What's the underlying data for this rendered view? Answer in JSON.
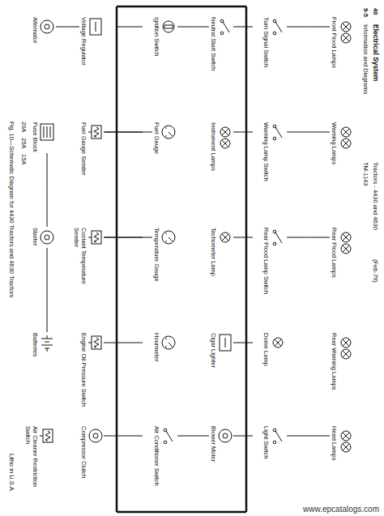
{
  "diagram": {
    "title": "Electrical System",
    "caption": "Fig. 10—Schematic Diagram for 4430 Tractors and 4630 Tractors",
    "nodes": [
      {
        "text": [
          "Front Flood Lamps"
        ]
      },
      {
        "text": [
          "Warning Lamps"
        ]
      },
      {
        "text": [
          "Rear Flood Lamps"
        ]
      },
      {
        "text": [
          "Rear Warning Lamps"
        ]
      },
      {
        "text": [
          "Head Lamps"
        ]
      },
      {
        "text": [
          "Turn Signal Switch"
        ]
      },
      {
        "text": [
          "Warning Lamp Switch"
        ]
      },
      {
        "text": [
          "Rear Flood Lamp Switch"
        ]
      },
      {
        "text": [
          "Dome Lamp"
        ]
      },
      {
        "text": [
          "Light Switch"
        ]
      },
      {
        "text": [
          "Neutral Start Switch"
        ]
      },
      {
        "text": [
          "Instrument Lamps"
        ]
      },
      {
        "text": [
          "Tachometer Lamp"
        ]
      },
      {
        "text": [
          "Cigar Lighter"
        ]
      },
      {
        "text": [
          "Blower Motor"
        ]
      },
      {
        "text": [
          "Ignition Switch"
        ]
      },
      {
        "text": [
          "Fuel Gauge"
        ]
      },
      {
        "text": [
          "Temperature Gauge"
        ]
      },
      {
        "text": [
          "Hourmeter"
        ]
      },
      {
        "text": [
          "Air Conditioner Switch"
        ]
      },
      {
        "text": [
          "Voltage Regulator"
        ]
      },
      {
        "text": [
          "Fuel Gauge Sender"
        ]
      },
      {
        "text": [
          "Coolant Temperature Sender"
        ]
      },
      {
        "text": [
          "Engine Oil Pressure Switch"
        ]
      },
      {
        "text": [
          "Compressor Clutch"
        ]
      },
      {
        "text": [
          "Alternator"
        ]
      },
      {
        "text": [
          "Fuse Block"
        ]
      },
      {
        "text": [
          "Starter"
        ]
      },
      {
        "text": [
          "Batteries"
        ]
      },
      {
        "text": [
          "Air Cleaner Restriction Switch"
        ]
      }
    ],
    "edges": [
      {
        "from": 0,
        "to": 5,
        "arrow": "none"
      },
      {
        "from": 1,
        "to": 6,
        "arrow": "none"
      },
      {
        "from": 2,
        "to": 7,
        "arrow": "none"
      },
      {
        "from": 4,
        "to": 9,
        "arrow": "none"
      },
      {
        "from": 10,
        "to": 15,
        "arrow": "none"
      },
      {
        "from": 14,
        "to": 19,
        "arrow": "none"
      },
      {
        "from": 16,
        "to": 21,
        "arrow": "none"
      },
      {
        "from": 17,
        "to": 22,
        "arrow": "none"
      },
      {
        "from": 20,
        "to": 25,
        "arrow": "none"
      },
      {
        "from": 26,
        "to": 27,
        "arrow": "none"
      },
      {
        "from": 27,
        "to": 28,
        "arrow": "none"
      }
    ],
    "labels": [
      "40",
      "Information and Diagrams",
      "9-5",
      "Tractors - 4430 and 4630",
      "(Feb-79)",
      "TM-1143",
      "20A",
      "25A",
      "15A",
      "Litho in U.S.A.",
      "www.epcatalogs.com"
    ]
  }
}
